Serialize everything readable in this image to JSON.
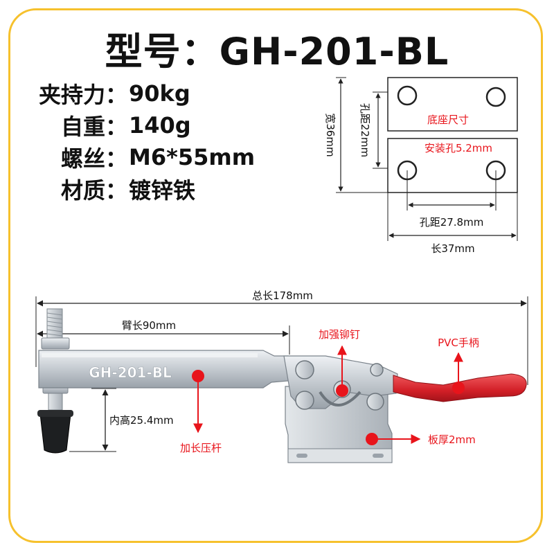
{
  "title": "型号：GH-201-BL",
  "specs": [
    {
      "label": "夹持力：",
      "value": "90kg"
    },
    {
      "label": "自重：",
      "value": "140g"
    },
    {
      "label": "螺丝：",
      "value": "M6*55mm"
    },
    {
      "label": "材质：",
      "value": "镀锌铁"
    }
  ],
  "base_diagram": {
    "width_label": "宽36mm",
    "hole_spacing_v": "孔距22mm",
    "base_size": "底座尺寸",
    "mount_hole": "安装孔5.2mm",
    "hole_spacing_h": "孔距27.8mm",
    "length_label": "长37mm"
  },
  "clamp": {
    "total_length": "总长178mm",
    "arm_length": "臂长90mm",
    "inner_height": "内高25.4mm",
    "arm_text": "GH-201-BL",
    "callouts": {
      "rivet": "加强铆钉",
      "handle": "PVC手柄",
      "bar": "加长压杆",
      "plate": "板厚2mm"
    }
  },
  "colors": {
    "frame": "#f6c12d",
    "callout": "#e8141b",
    "handle": "#d9232a",
    "metal": "#c9ced3"
  }
}
